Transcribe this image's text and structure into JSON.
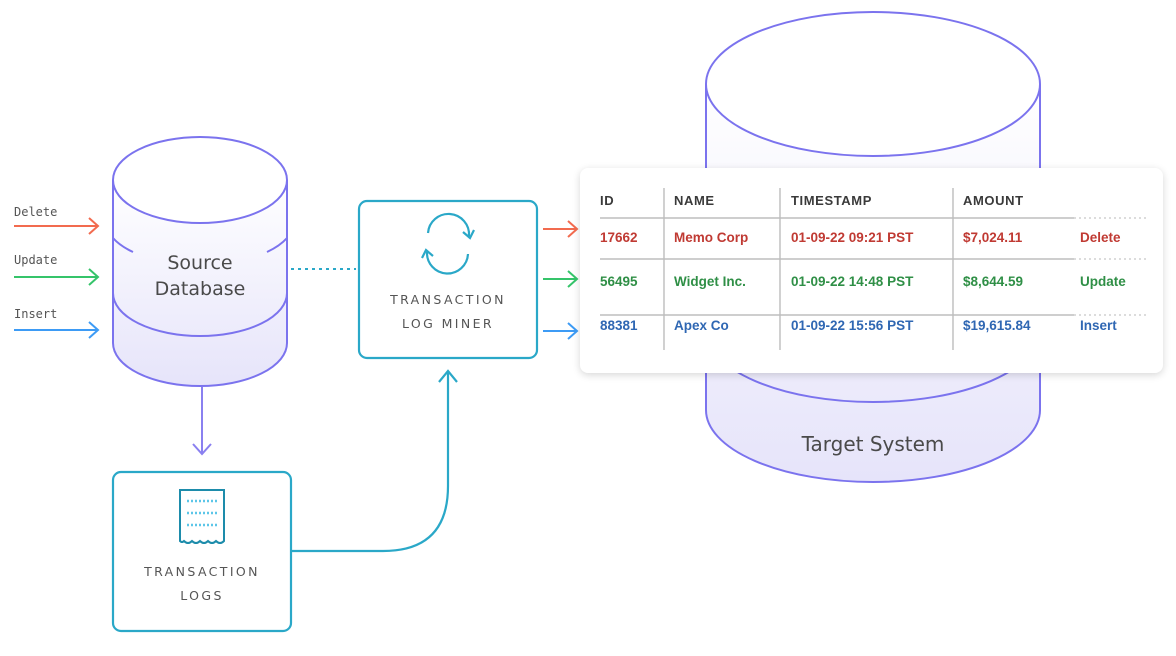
{
  "operations": [
    {
      "label": "Delete",
      "color": "#f26b4f"
    },
    {
      "label": "Update",
      "color": "#35c46a"
    },
    {
      "label": "Insert",
      "color": "#3d9bf5"
    }
  ],
  "source_db": {
    "line1": "Source",
    "line2": "Database"
  },
  "miner": {
    "line1": "TRANSACTION",
    "line2": "LOG MINER",
    "icon": "sync-icon"
  },
  "logs": {
    "line1": "TRANSACTION",
    "line2": "LOGS",
    "icon": "log-document-icon"
  },
  "target": {
    "label": "Target System"
  },
  "colors": {
    "db_stroke": "#7b73ee",
    "db_fill": "#e9e8fb",
    "teal": "#2aa8c8"
  },
  "table": {
    "headers": [
      "ID",
      "NAME",
      "TIMESTAMP",
      "AMOUNT"
    ],
    "rows": [
      {
        "id": "17662",
        "name": "Memo Corp",
        "timestamp": "01-09-22 09:21 PST",
        "amount": "$7,024.11",
        "op": "Delete",
        "color": "#c03a33"
      },
      {
        "id": "56495",
        "name": "Widget Inc.",
        "timestamp": "01-09-22 14:48 PST",
        "amount": "$8,644.59",
        "op": "Update",
        "color": "#2f8f46"
      },
      {
        "id": "88381",
        "name": "Apex Co",
        "timestamp": "01-09-22 15:56 PST",
        "amount": "$19,615.84",
        "op": "Insert",
        "color": "#2f67b3"
      }
    ]
  }
}
